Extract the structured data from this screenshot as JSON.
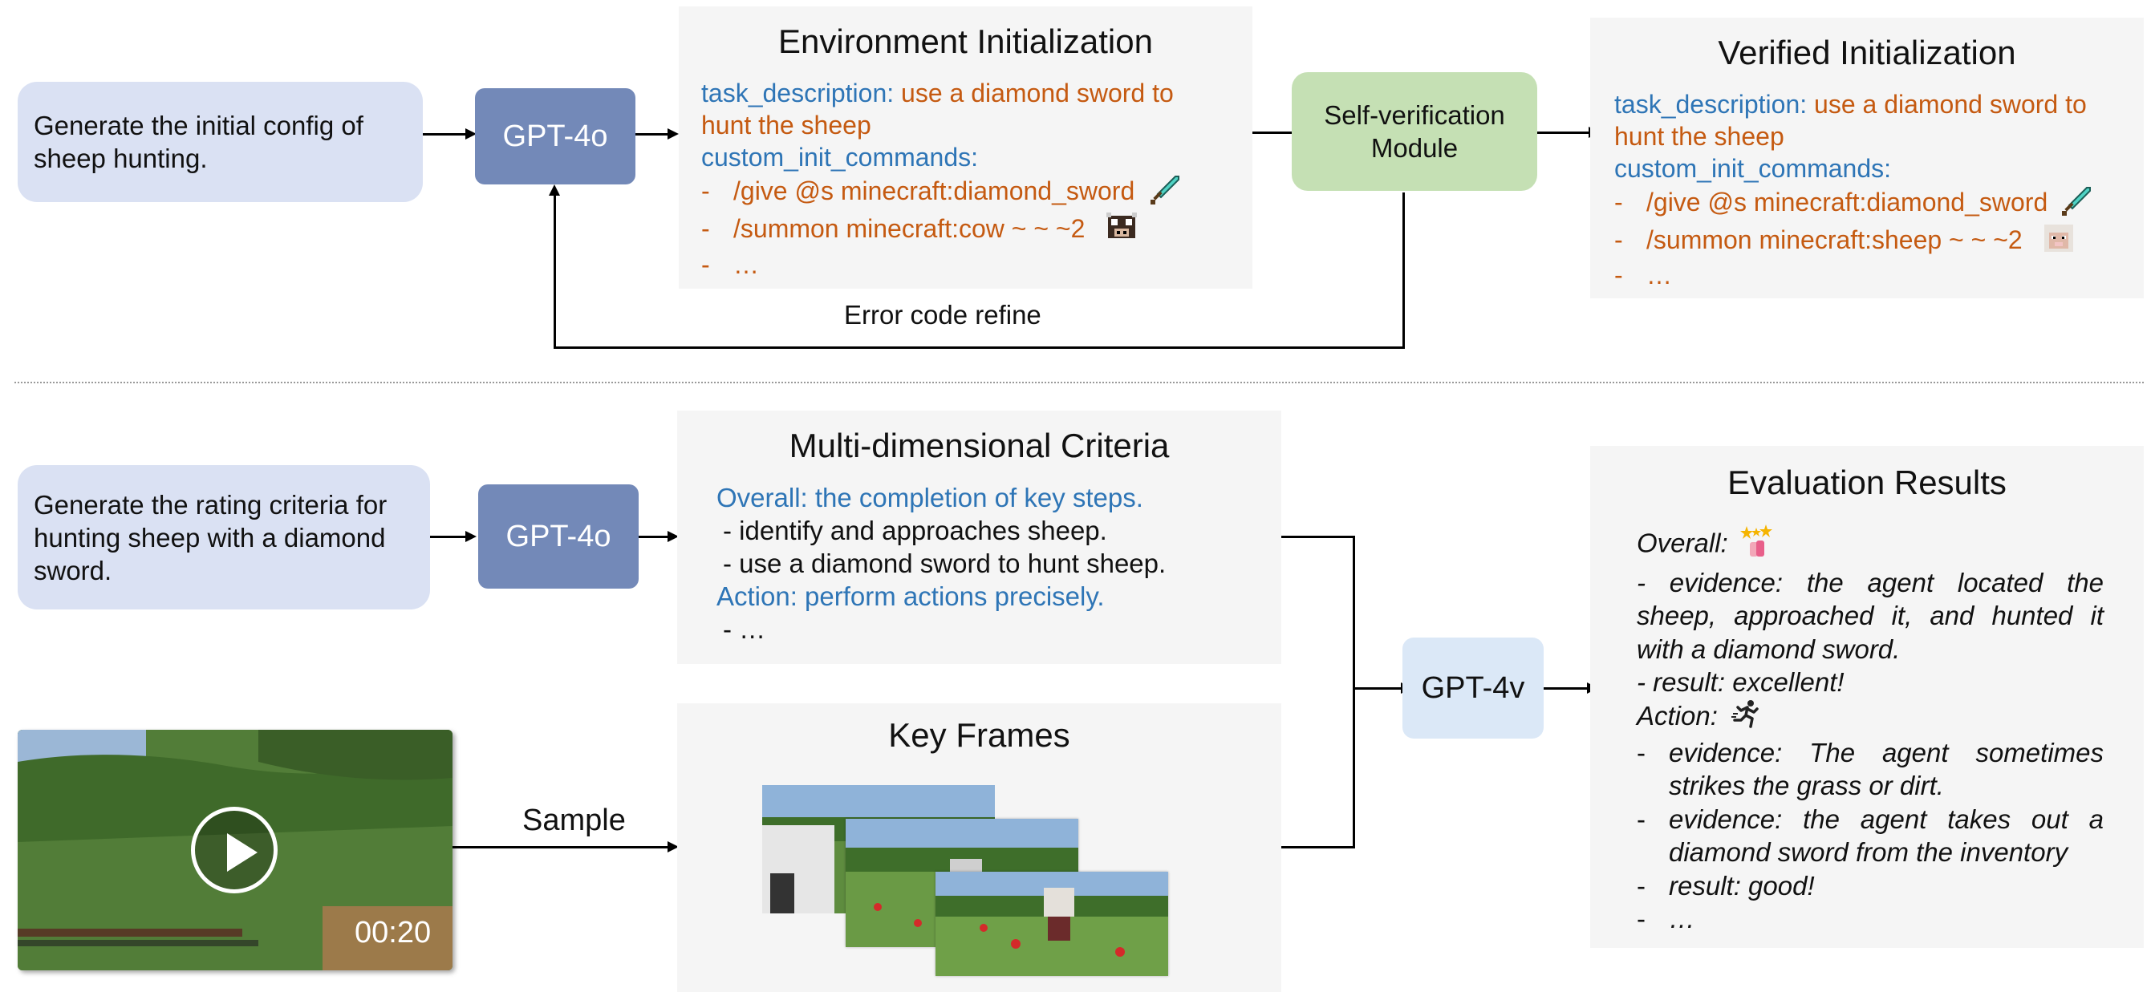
{
  "top": {
    "prompt_lines": [
      "Generate the initial config of",
      "sheep hunting."
    ],
    "model_label": "GPT-4o",
    "env_init": {
      "title": "Environment Initialization",
      "task_key": "task_description:",
      "task_value_line1": "use a diamond sword to",
      "task_value_line2": "hunt the sheep",
      "commands_key": "custom_init_commands:",
      "commands": [
        "/give @s minecraft:diamond_sword",
        "/summon minecraft:cow ~ ~ ~2",
        "…"
      ],
      "bullet": "-"
    },
    "verification_module_lines": [
      "Self-verification",
      "Module"
    ],
    "refine_label": "Error code refine",
    "verified": {
      "title": "Verified Initialization",
      "task_key": "task_description:",
      "task_value_line1": "use a diamond sword to",
      "task_value_line2": "hunt the sheep",
      "commands_key": "custom_init_commands:",
      "commands": [
        "/give @s minecraft:diamond_sword",
        "/summon minecraft:sheep ~ ~ ~2",
        "…"
      ],
      "bullet": "-"
    }
  },
  "bottom": {
    "prompt_lines": [
      "Generate the rating criteria for",
      "hunting sheep with a diamond",
      "sword."
    ],
    "model_label": "GPT-4o",
    "criteria": {
      "title": "Multi-dimensional Criteria",
      "overall": "Overall: the completion of key steps.",
      "overall_items": [
        "- identify and approaches sheep.",
        "- use a diamond sword to hunt sheep."
      ],
      "action": "Action: perform actions precisely.",
      "action_items": [
        "- …"
      ]
    },
    "video": {
      "timestamp": "00:20",
      "play_icon": "play-icon"
    },
    "sample_label": "Sample",
    "key_frames_title": "Key Frames",
    "evaluator_label": "GPT-4v",
    "results": {
      "title": "Evaluation Results",
      "overall_label": "Overall:",
      "overall_lines": [
        "- evidence: the agent located the",
        "sheep, approached it, and hunted it",
        "with a diamond sword."
      ],
      "overall_result": "- result: excellent!",
      "action_label": "Action:",
      "action_items": [
        [
          "evidence: The agent sometimes",
          "strikes the grass or dirt."
        ],
        [
          "evidence: the agent takes out a",
          "diamond sword from the inventory"
        ],
        [
          "result: good!"
        ],
        [
          "…"
        ]
      ],
      "bullet": "-"
    }
  },
  "colors": {
    "prompt_bg": "#dae1f3",
    "model_bg": "#7389b8",
    "panel_bg": "#f5f5f5",
    "verify_bg": "#c5e0b4",
    "evaluator_bg": "#dbe8f7",
    "key_blue": "#2e75b6",
    "value_orange": "#c55a11"
  }
}
